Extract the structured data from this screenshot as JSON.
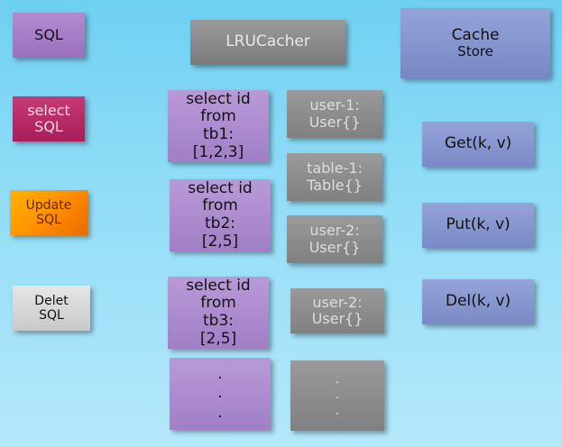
{
  "legend": {
    "sql": "SQL",
    "select": [
      "select",
      "SQL"
    ],
    "update": [
      "Update",
      "SQL"
    ],
    "delete": [
      "Delet",
      "SQL"
    ]
  },
  "lru_cacher": "LRUCacher",
  "cache_store": [
    "Cache",
    "Store"
  ],
  "queries": [
    [
      "select id",
      "from",
      "tb1:",
      "[1,2,3]"
    ],
    [
      "select id",
      "from",
      "tb2:",
      "[2,5]"
    ],
    [
      "select id",
      "from",
      "tb3:",
      "[2,5]"
    ],
    [
      ".",
      ".",
      "."
    ]
  ],
  "entries": [
    [
      "user-1:",
      "User{}"
    ],
    [
      "table-1:",
      "Table{}"
    ],
    [
      "user-2:",
      "User{}"
    ],
    [
      "user-2:",
      "User{}"
    ],
    [
      ".",
      ".",
      "."
    ]
  ],
  "operations": [
    "Get(k, v)",
    "Put(k, v)",
    "Del(k, v)"
  ]
}
